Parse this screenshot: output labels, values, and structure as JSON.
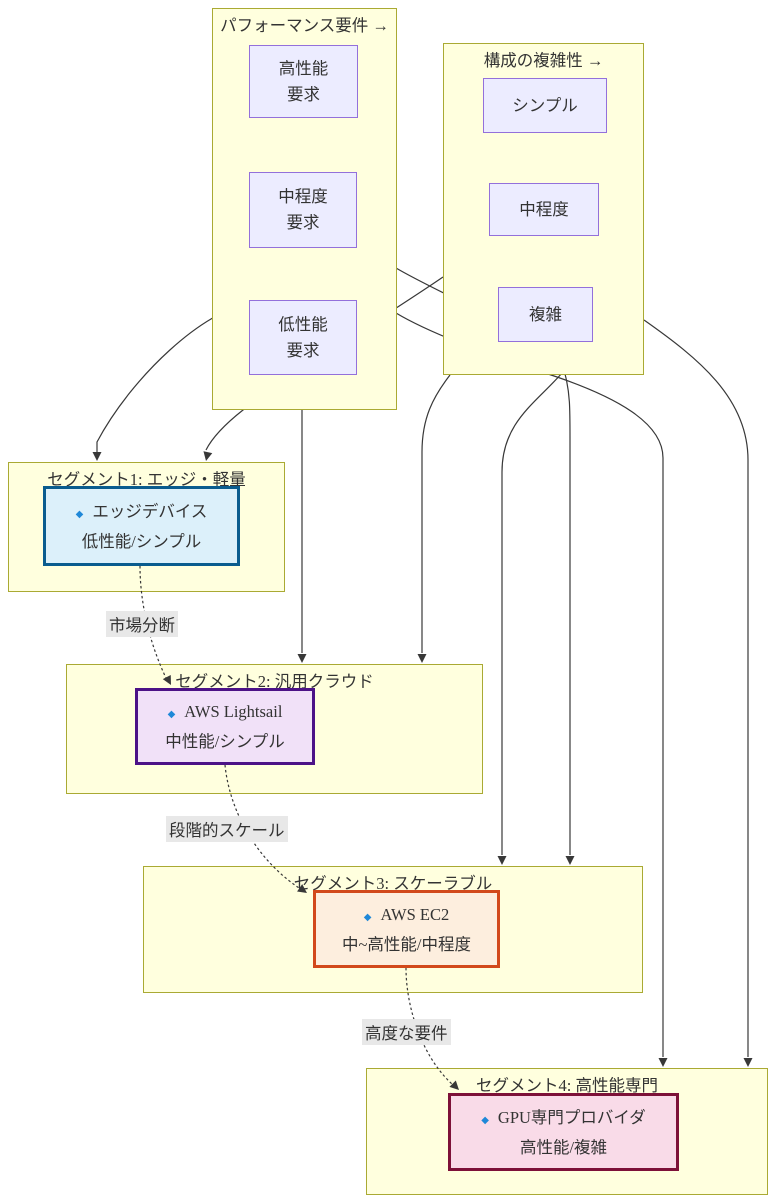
{
  "axes": {
    "performance": {
      "title": "パフォーマンス要件 →",
      "items": [
        {
          "l1": "高性能",
          "l2": "要求"
        },
        {
          "l1": "中程度",
          "l2": "要求"
        },
        {
          "l1": "低性能",
          "l2": "要求"
        }
      ]
    },
    "complexity": {
      "title": "構成の複雑性 →",
      "items": [
        {
          "l1": "シンプル"
        },
        {
          "l1": "中程度"
        },
        {
          "l1": "複雑"
        }
      ]
    }
  },
  "segments": [
    {
      "title": "セグメント1: エッジ・軽量",
      "name": "エッジデバイス",
      "spec": "低性能/シンプル"
    },
    {
      "title": "セグメント2: 汎用クラウド",
      "name": "AWS Lightsail",
      "spec": "中性能/シンプル"
    },
    {
      "title": "セグメント3: スケーラブル",
      "name": "AWS EC2",
      "spec": "中~高性能/中程度"
    },
    {
      "title": "セグメント4: 高性能専門",
      "name": "GPU専門プロバイダ",
      "spec": "高性能/複雑"
    }
  ],
  "edge_labels": [
    {
      "text": "市場分断"
    },
    {
      "text": "段階的スケール"
    },
    {
      "text": "高度な要件"
    }
  ],
  "icons": {
    "bullet_glyph": "◆"
  },
  "colors": {
    "cluster_fill": "#ffffde",
    "cluster_stroke": "#aaaa33",
    "node_fill": "#ececff",
    "node_stroke": "#9370db",
    "edge": "#383838",
    "text": "#333333",
    "label_bg": "#e8e8e8",
    "s1_fill": "#dcf0fa",
    "s1_stroke": "#0a5c8e",
    "s2_fill": "#f1e1f8",
    "s2_stroke": "#4c1287",
    "s3_fill": "#fdeede",
    "s3_stroke": "#d2491b",
    "s4_fill": "#f9dbe8",
    "s4_stroke": "#7d1138",
    "bullet": "#1f88d8"
  }
}
